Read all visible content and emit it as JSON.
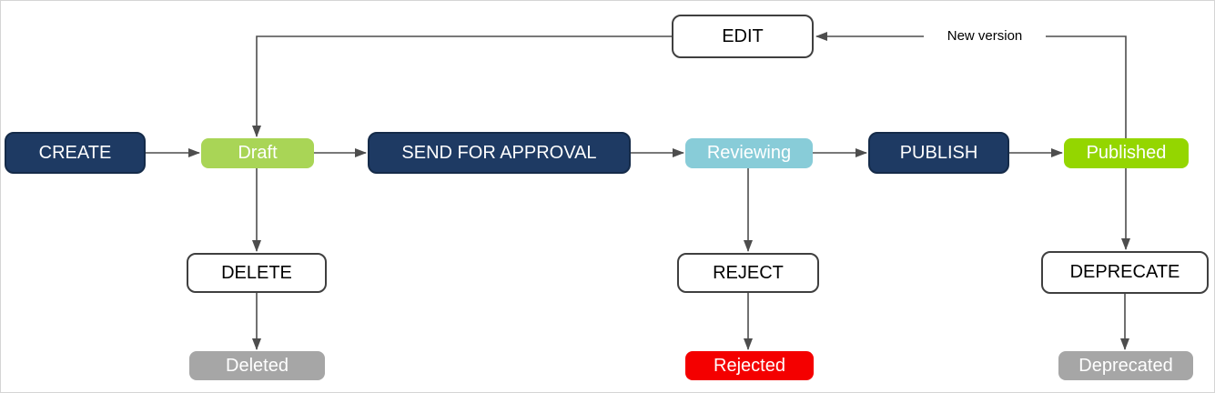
{
  "diagram": {
    "nodes": {
      "create": {
        "label": "CREATE",
        "kind": "action"
      },
      "draft": {
        "label": "Draft",
        "kind": "state"
      },
      "send_for_approval": {
        "label": "SEND FOR APPROVAL",
        "kind": "action"
      },
      "reviewing": {
        "label": "Reviewing",
        "kind": "state"
      },
      "publish": {
        "label": "PUBLISH",
        "kind": "action"
      },
      "published": {
        "label": "Published",
        "kind": "state"
      },
      "edit": {
        "label": "EDIT",
        "kind": "action-outline"
      },
      "delete": {
        "label": "DELETE",
        "kind": "action-outline"
      },
      "deleted": {
        "label": "Deleted",
        "kind": "terminal"
      },
      "reject": {
        "label": "REJECT",
        "kind": "action-outline"
      },
      "rejected": {
        "label": "Rejected",
        "kind": "terminal"
      },
      "deprecate": {
        "label": "DEPRECATE",
        "kind": "action-outline"
      },
      "deprecated": {
        "label": "Deprecated",
        "kind": "terminal"
      }
    },
    "edge_labels": {
      "new_version": "New version"
    },
    "edges": [
      "create -> draft",
      "draft -> send_for_approval",
      "send_for_approval -> reviewing",
      "reviewing -> publish",
      "publish -> published",
      "edit -> draft",
      "draft -> delete",
      "delete -> deleted",
      "reviewing -> reject",
      "reject -> rejected",
      "published -> edit (New version)",
      "published -> deprecate",
      "deprecate -> deprecated"
    ],
    "colors": {
      "action_fill": "#1e3a63",
      "action_border": "#152b49",
      "action_text": "#ffffff",
      "draft_fill": "#a9d556",
      "reviewing_fill": "#88ccd8",
      "published_fill": "#94d600",
      "terminal_gray": "#a6a6a6",
      "rejected_red": "#f40000",
      "outline_border": "#3f3f3f",
      "edge_stroke": "#4d4d4d"
    }
  }
}
